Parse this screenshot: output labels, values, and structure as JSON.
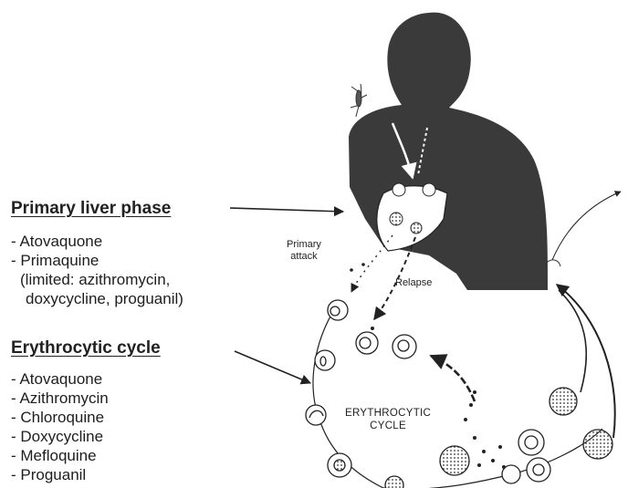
{
  "sections": {
    "liver": {
      "title": "Primary liver phase",
      "drugs": [
        "- Atovaquone",
        "- Primaquine"
      ],
      "limited": [
        "(limited: azithromycin,",
        "doxycycline, proguanil)"
      ]
    },
    "erythrocytic": {
      "title": "Erythrocytic cycle",
      "drugs": [
        "- Atovaquone",
        "- Azithromycin",
        "- Chloroquine",
        "- Doxycycline",
        "- Mefloquine",
        "- Proguanil"
      ]
    }
  },
  "labels": {
    "primary_attack": [
      "Primary",
      "attack"
    ],
    "relapse": "Relapse",
    "cycle": [
      "ERYTHROCYTIC",
      "CYCLE"
    ]
  }
}
